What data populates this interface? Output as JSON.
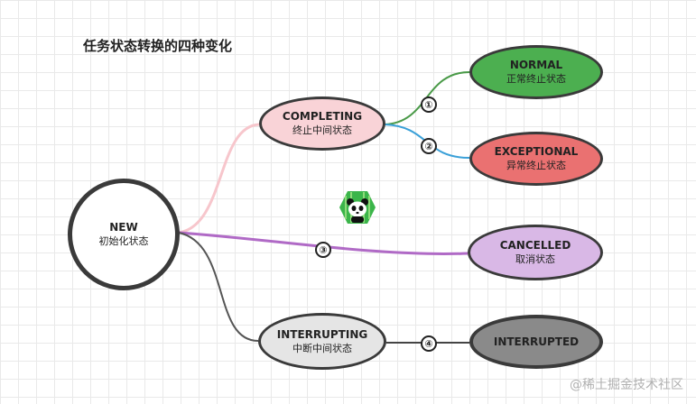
{
  "title": "任务状态转换的四种变化",
  "nodes": {
    "new": {
      "en": "NEW",
      "zh": "初始化状态",
      "fill": "#ffffff",
      "border": "#3a3a3a"
    },
    "completing": {
      "en": "COMPLETING",
      "zh": "终止中间状态",
      "fill": "#f9d3d7",
      "border": "#3a3a3a"
    },
    "normal": {
      "en": "NORMAL",
      "zh": "正常终止状态",
      "fill": "#4caf50",
      "border": "#3a3a3a"
    },
    "exceptional": {
      "en": "EXCEPTIONAL",
      "zh": "异常终止状态",
      "fill": "#ea7171",
      "border": "#3a3a3a"
    },
    "cancelled": {
      "en": "CANCELLED",
      "zh": "取消状态",
      "fill": "#d9b8e6",
      "border": "#3a3a3a"
    },
    "interrupting": {
      "en": "INTERRUPTING",
      "zh": "中断中间状态",
      "fill": "#e5e5e5",
      "border": "#3a3a3a"
    },
    "interrupted": {
      "en": "INTERRUPTED",
      "zh": "",
      "fill": "#8a8a8a",
      "border": "#3a3a3a"
    }
  },
  "edges": {
    "new_completing": {
      "color": "#f7c6cc"
    },
    "new_cancelled": {
      "color": "#b06ac6"
    },
    "new_interrupting": {
      "color": "#555555"
    },
    "completing_normal": {
      "color": "#4a9a48"
    },
    "completing_exceptional": {
      "color": "#3aa0d8"
    },
    "interrupting_interrupted": {
      "color": "#444444"
    }
  },
  "markers": [
    "①",
    "②",
    "③",
    "④"
  ],
  "watermark": "@稀土掘金技术社区"
}
